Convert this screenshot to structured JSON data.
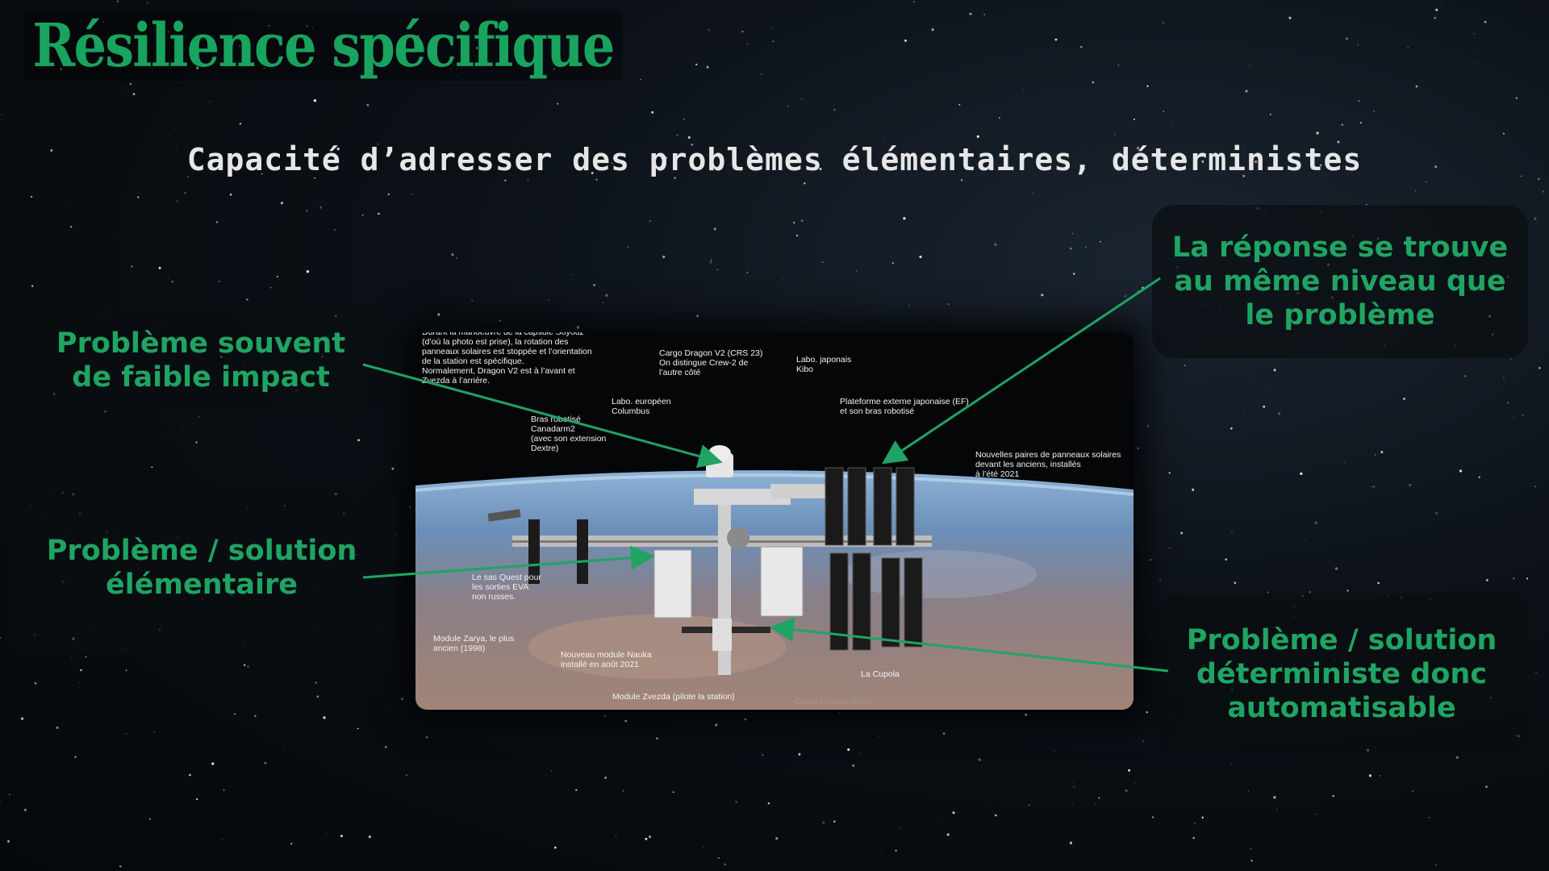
{
  "slide": {
    "title": "Résilience spécifique",
    "subtitle": "Capacité d’adresser des problèmes élémentaires, déterministes"
  },
  "callouts": {
    "faible_impact": [
      "Problème souvent",
      "de faible impact"
    ],
    "elementaire": [
      "Problème / solution",
      "élémentaire"
    ],
    "meme_niveau": [
      "La réponse se trouve",
      "au même niveau que",
      "le problème"
    ],
    "automatisable": [
      "Problème / solution",
      "déterministe donc",
      "automatisable"
    ]
  },
  "photo_labels": {
    "intro": "Durant la manoeuvre de la capsule Soyouz\n(d’où la photo est prise), la rotation des\npanneaux solaires est stoppée et l’orientation\nde la station est spécifique.\nNormalement, Dragon V2 est à l’avant et\nZvezda à l’arrière.",
    "dragon": "Cargo Dragon V2 (CRS 23)\nOn distingue Crew-2 de\nl’autre côté",
    "kibo": "Labo. japonais\nKibo",
    "columbus": "Labo. européen\nColumbus",
    "canadarm": "Bras robotisé\nCanadarm2\n(avec son extension\nDextre)",
    "ef": "Plateforme externe japonaise (EF)\net son bras robotisé",
    "panneaux": "Nouvelles paires de panneaux solaires\ndevant les anciens, installés\nà l’été 2021",
    "quest": "Le sas Quest pour\nles sorties EVA\nnon russes.",
    "zarya": "Module Zarya, le plus\nancien (1998)",
    "nauka": "Nouveau module Nauka\ninstallé en août 2021",
    "cupola": "La Cupola",
    "zvezda": "Module Zvezda (pilote la station)",
    "cygnus": "Cargo Cygnus NG16"
  },
  "colors": {
    "accent": "#1fa463",
    "title": "#18a35f",
    "subtitle": "#e6e6e6"
  }
}
